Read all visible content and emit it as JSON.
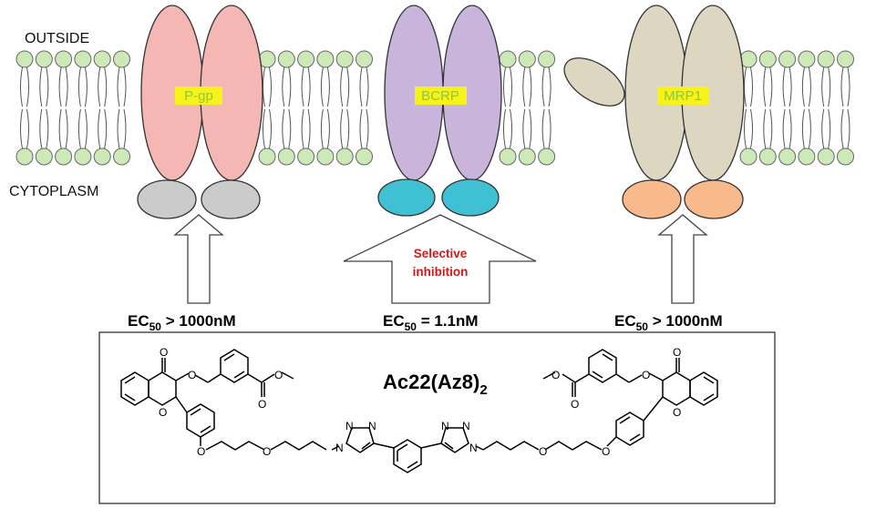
{
  "labels": {
    "outside": "OUTSIDE",
    "cytoplasm": "CYTOPLASM"
  },
  "transporters": [
    {
      "name": "P-gp",
      "ec50_prefix": "EC",
      "ec50_sub": "50",
      "ec50_value": " > 1000nM"
    },
    {
      "name": "BCRP",
      "ec50_prefix": "EC",
      "ec50_sub": "50",
      "ec50_value": " = 1.1nM"
    },
    {
      "name": "MRP1",
      "ec50_prefix": "EC",
      "ec50_sub": "50",
      "ec50_value": " > 1000nM"
    }
  ],
  "selective_inhibition": {
    "line1": "Selective",
    "line2": "inhibition"
  },
  "compound": {
    "name_main": "Ac22(Az8)",
    "name_sub": "2"
  },
  "atoms": {
    "O": "O",
    "N": "N"
  },
  "colors": {
    "pgp_tm": "#f4b7b3",
    "pgp_nbd": "#cbcbcb",
    "bcrp_tm": "#c9b5dc",
    "bcrp_nbd": "#3fc1d3",
    "mrp1_tm": "#ddd7c2",
    "mrp1_nbd": "#f8b98b",
    "lipid_head": "#cde9b8",
    "label_highlight": "#f7f21a",
    "label_text": "#8fc73e",
    "selective_text": "#cc1b1b"
  }
}
